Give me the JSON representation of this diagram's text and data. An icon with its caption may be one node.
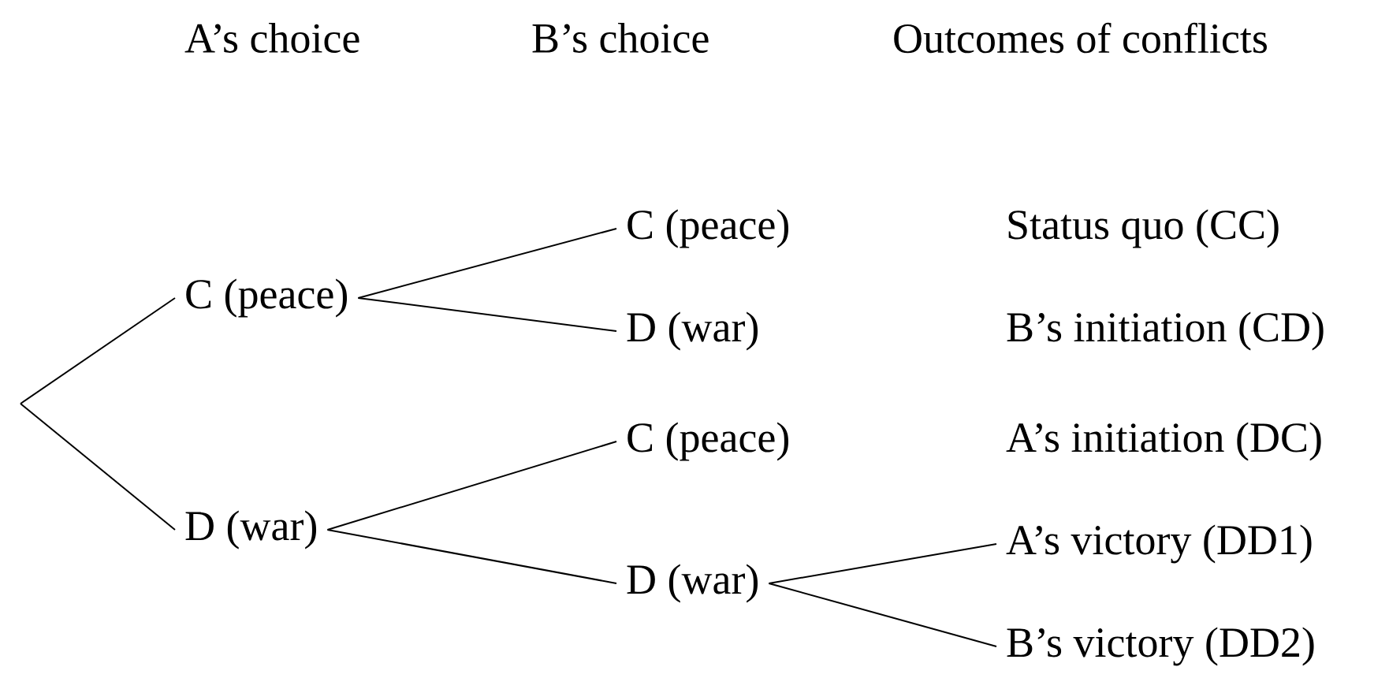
{
  "diagram": {
    "nodes": [
      {
        "text": [
          "C (peace)"
        ]
      },
      {
        "text": [
          "D (war)"
        ]
      },
      {
        "text": [
          "C (peace)"
        ]
      },
      {
        "text": [
          "D (war)"
        ]
      },
      {
        "text": [
          "C (peace)"
        ]
      },
      {
        "text": [
          "D (war)"
        ]
      },
      {
        "text": [
          "A’s victory (DD1)"
        ]
      },
      {
        "text": [
          "B’s victory (DD2)"
        ]
      }
    ],
    "edges": [
      {
        "from": null,
        "to": 0,
        "arrow": "none"
      },
      {
        "from": null,
        "to": 1,
        "arrow": "none"
      },
      {
        "from": 0,
        "to": 2,
        "arrow": "none"
      },
      {
        "from": 0,
        "to": 3,
        "arrow": "none"
      },
      {
        "from": 1,
        "to": 4,
        "arrow": "none"
      },
      {
        "from": 1,
        "to": 5,
        "arrow": "none"
      },
      {
        "from": 5,
        "to": 6,
        "arrow": "none"
      },
      {
        "from": 5,
        "to": 7,
        "arrow": "none"
      }
    ],
    "labels": [
      "A’s choice",
      "B’s choice",
      "Outcomes of conflicts",
      "Status quo (CC)",
      "B’s initiation (CD)",
      "A’s initiation (DC)"
    ]
  }
}
